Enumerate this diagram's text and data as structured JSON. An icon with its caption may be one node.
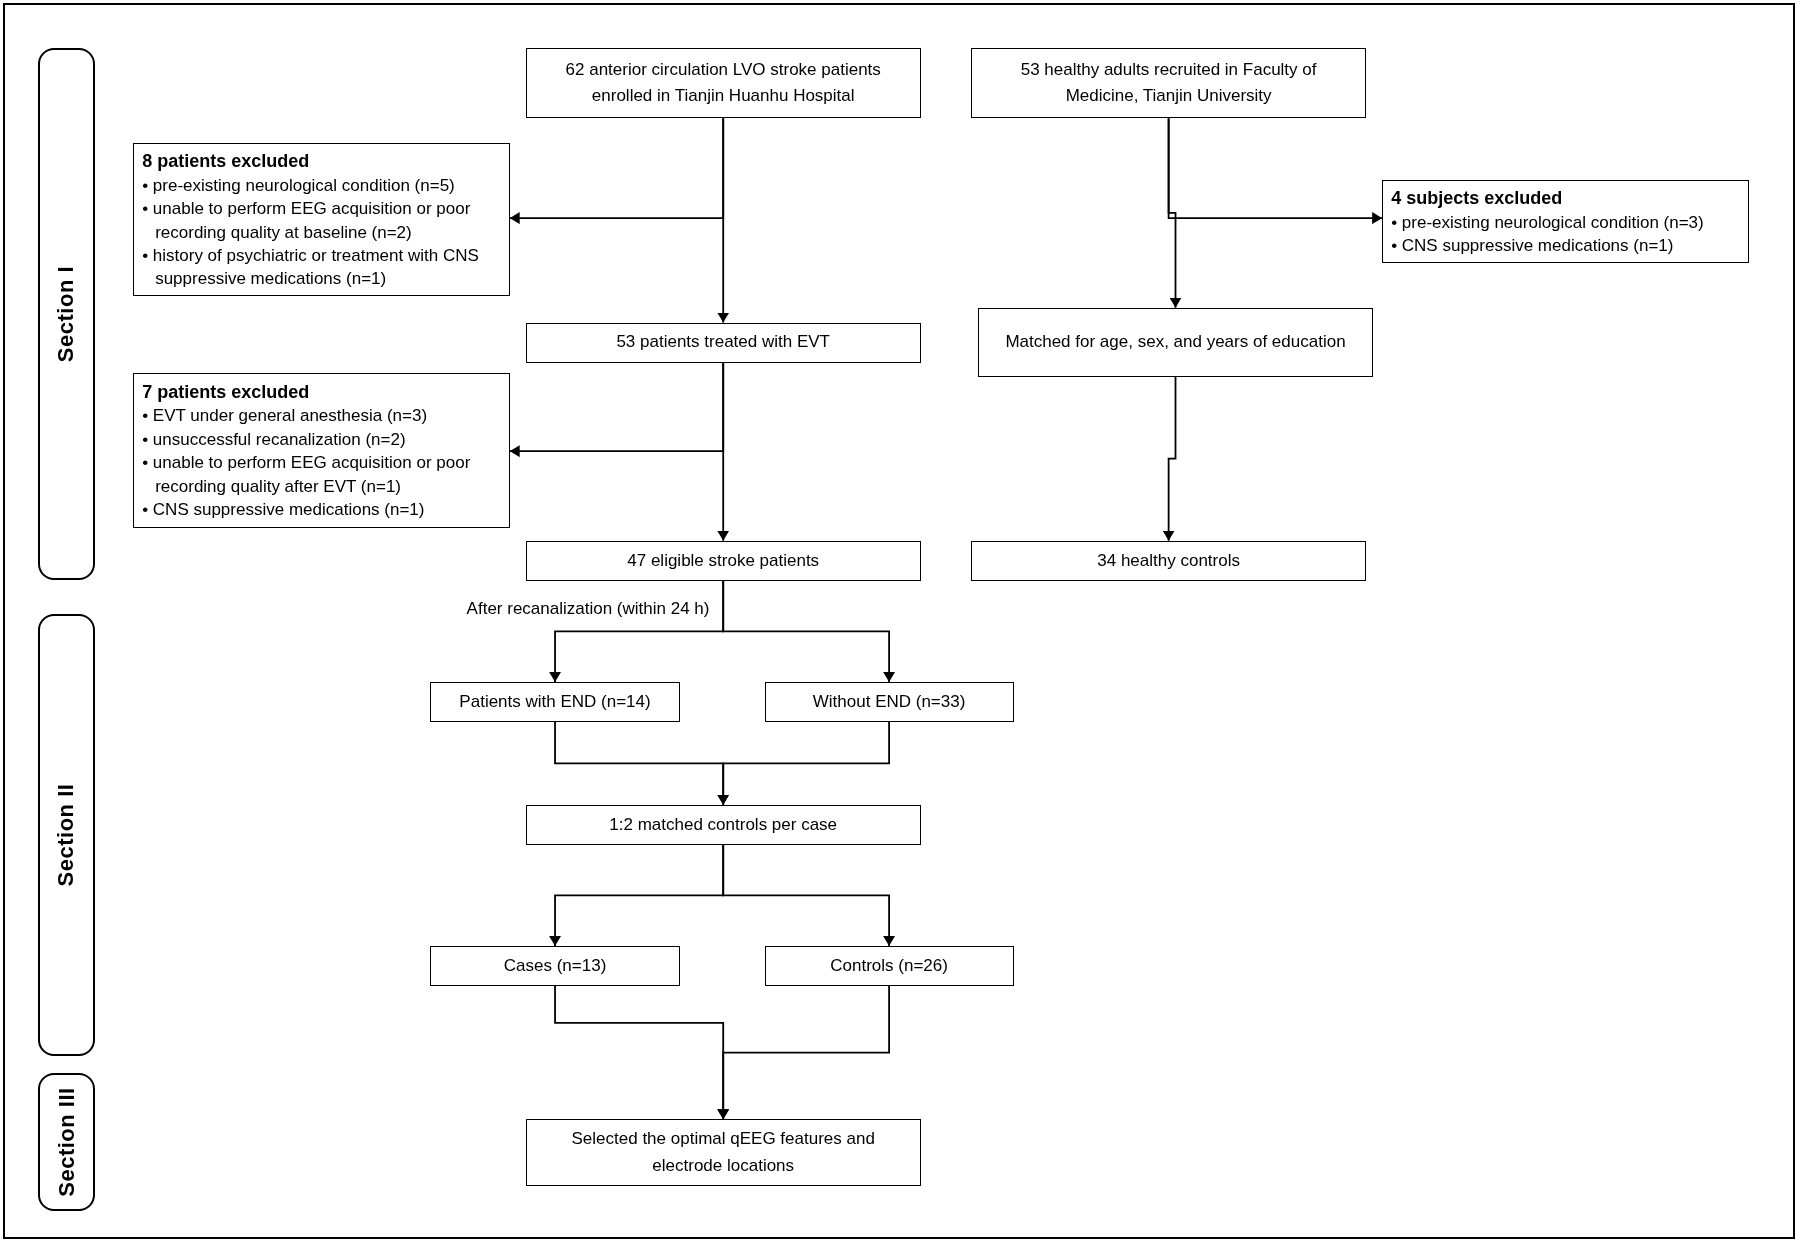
{
  "diagram": {
    "nodes": [
      {
        "text": [
          "Section I"
        ]
      },
      {
        "text": [
          "62 anterior circulation LVO stroke patients enrolled in Tianjin Huanhu Hospital"
        ]
      },
      {
        "text": [
          "53 healthy adults recruited in Faculty of Medicine, Tianjin University"
        ]
      },
      {
        "text": [
          "8 patients excluded",
          "• pre-existing neurological condition (n=5)",
          "• unable to perform EEG acquisition or poor recording quality at baseline (n=2)",
          "• history of psychiatric or treatment with CNS suppressive medications (n=1)"
        ]
      },
      {
        "text": [
          "4 subjects excluded",
          "• pre-existing neurological condition (n=3)",
          "• CNS suppressive medications (n=1)"
        ]
      },
      {
        "text": [
          "53 patients treated with EVT"
        ]
      },
      {
        "text": [
          "Matched for age, sex, and years of education"
        ]
      },
      {
        "text": [
          "7 patients excluded",
          "• EVT under general anesthesia (n=3)",
          "• unsuccessful recanalization (n=2)",
          "• unable to perform EEG acquisition or poor recording quality after EVT (n=1)",
          "• CNS suppressive medications (n=1)"
        ]
      },
      {
        "text": [
          "47 eligible stroke patients"
        ]
      },
      {
        "text": [
          "34 healthy controls"
        ]
      },
      {
        "text": [
          "Section II"
        ]
      },
      {
        "text": [
          "Patients with END (n=14)"
        ]
      },
      {
        "text": [
          "Without END (n=33)"
        ]
      },
      {
        "text": [
          "1:2 matched controls per case"
        ]
      },
      {
        "text": [
          "Cases (n=13)"
        ]
      },
      {
        "text": [
          "Controls (n=26)"
        ]
      },
      {
        "text": [
          "Section III"
        ]
      },
      {
        "text": [
          "Selected the optimal qEEG features and electrode locations"
        ]
      }
    ],
    "edges": [
      {
        "from": 1,
        "to": 5,
        "arrow": "to"
      },
      {
        "from": 1,
        "to": 3,
        "arrow": "to"
      },
      {
        "from": 5,
        "to": 8,
        "arrow": "to"
      },
      {
        "from": 5,
        "to": 7,
        "arrow": "to"
      },
      {
        "from": 2,
        "to": 6,
        "arrow": "to"
      },
      {
        "from": 2,
        "to": 4,
        "arrow": "to"
      },
      {
        "from": 6,
        "to": 9,
        "arrow": "to"
      },
      {
        "from": 8,
        "to": 11,
        "arrow": "to"
      },
      {
        "from": 8,
        "to": 12,
        "arrow": "to"
      },
      {
        "from": 11,
        "to": 13,
        "arrow": "to"
      },
      {
        "from": 12,
        "to": 13,
        "arrow": "to"
      },
      {
        "from": 13,
        "to": 14,
        "arrow": "to"
      },
      {
        "from": 13,
        "to": 15,
        "arrow": "to"
      },
      {
        "from": 14,
        "to": 17,
        "arrow": "to"
      },
      {
        "from": 15,
        "to": 17,
        "arrow": "to"
      }
    ],
    "labels": [
      "After recanalization (within 24 h)"
    ]
  }
}
